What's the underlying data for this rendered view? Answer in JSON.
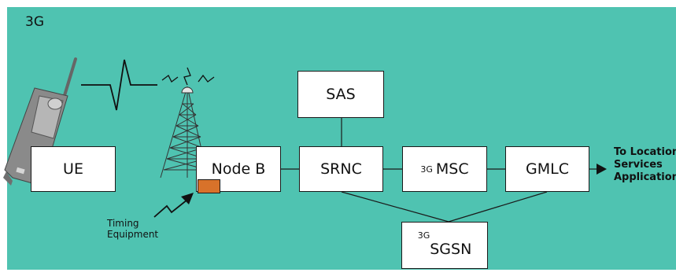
{
  "title": "3G",
  "colors": {
    "background": "#4fc3b1",
    "box": "#ffffff",
    "line": "#1a1a1a",
    "timing_block": "#d8722a"
  },
  "icons": [
    "handset-icon",
    "radio-wave-icon",
    "antenna-tower-icon",
    "timing-arrow-icon"
  ],
  "nodes": {
    "ue": "UE",
    "nodeb": "Node B",
    "sas": "SAS",
    "srnc": "SRNC",
    "msc_prefix": "3G",
    "msc": "MSC",
    "gmlc": "GMLC",
    "sgsn_prefix": "3G",
    "sgsn": "SGSN"
  },
  "timing": {
    "line1": "Timing",
    "line2": "Equipment"
  },
  "destination": {
    "line1": "To Location",
    "line2": "Services",
    "line3": "Application"
  }
}
